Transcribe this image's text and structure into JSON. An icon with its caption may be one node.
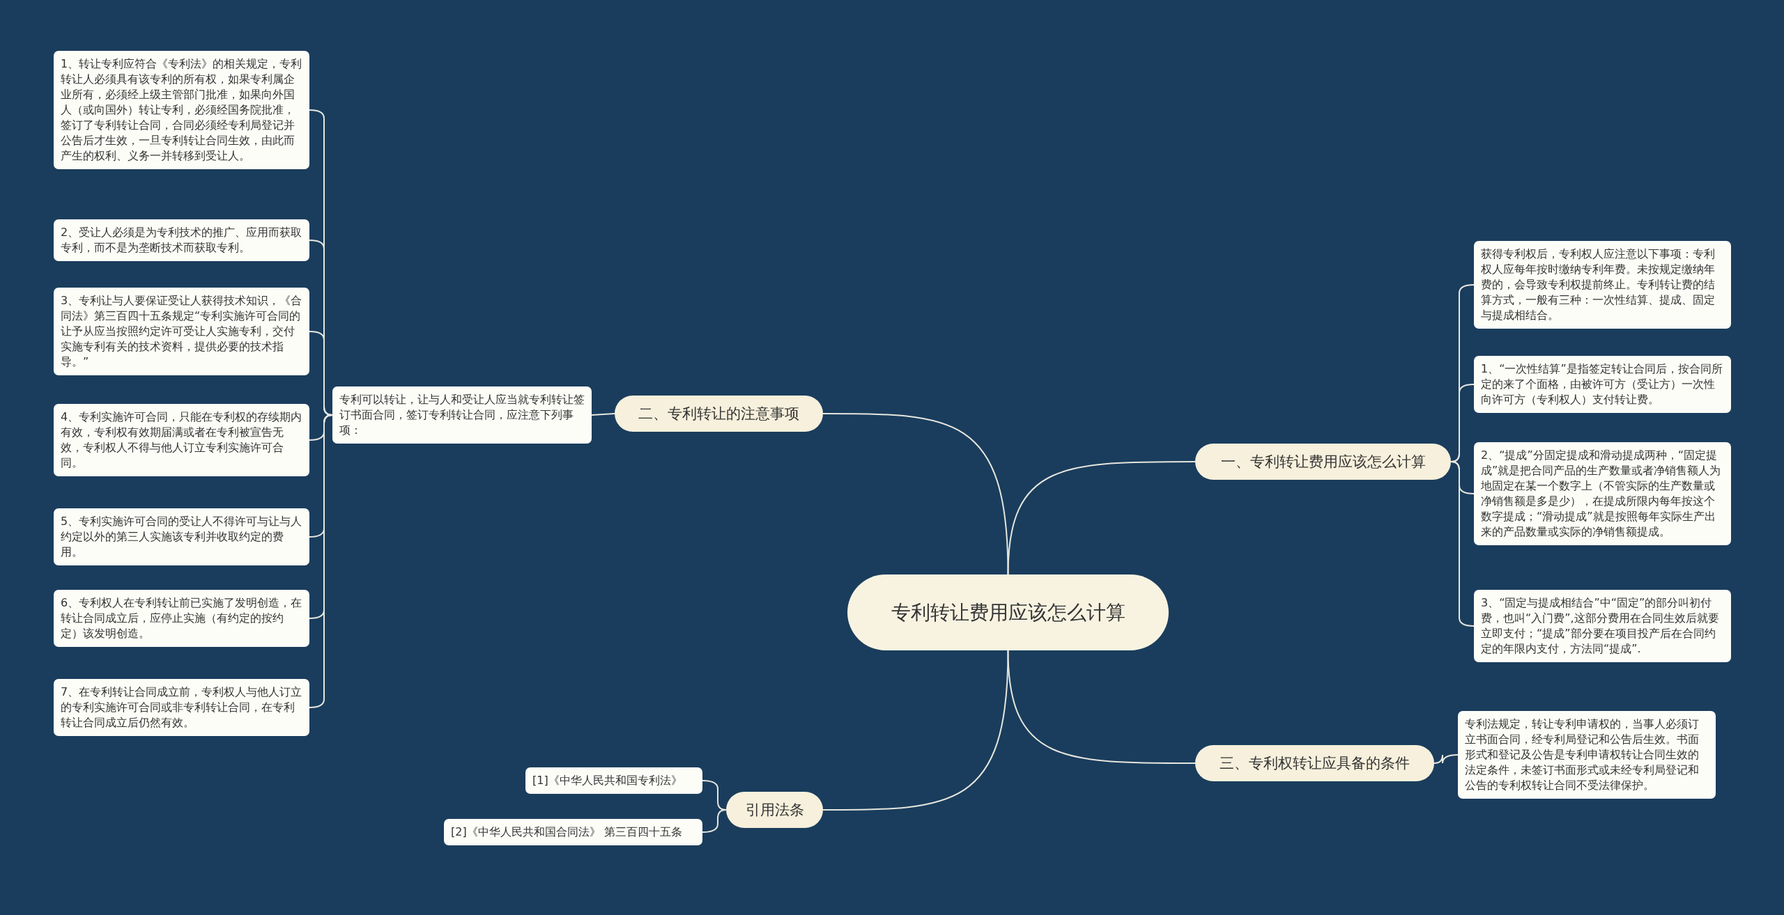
{
  "diagram": {
    "nodes": [
      {
        "text": [
          "专利转让费用应该怎么计算"
        ]
      },
      {
        "text": [
          "二、专利转让的注意事项"
        ]
      },
      {
        "text": [
          "专利可以转让，让与人和受让人应当就专利转让签订书面合同，签订专利转让合同，应注意下列事项："
        ]
      },
      {
        "text": [
          "1、转让专利应符合《专利法》的相关规定，专利转让人必须具有该专利的所有权，如果专利属企业所有，必须经上级主管部门批准，如果向外国人（或向国外）转让专利，必须经国务院批准，签订了专利转让合同，合同必须经专利局登记并公告后才生效，一旦专利转让合同生效，由此而产生的权利、义务一并转移到受让人。"
        ]
      },
      {
        "text": [
          "2、受让人必须是为专利技术的推广、应用而获取专利，而不是为垄断技术而获取专利。"
        ]
      },
      {
        "text": [
          "3、专利让与人要保证受让人获得技术知识，《合同法》第三百四十五条规定“专利实施许可合同的让予从应当按照约定许可受让人实施专利，交付实施专利有关的技术资料，提供必要的技术指导。”"
        ]
      },
      {
        "text": [
          "4、专利实施许可合同，只能在专利权的存续期内有效，专利权有效期届满或者在专利被宣告无效，专利权人不得与他人订立专利实施许可合同。"
        ]
      },
      {
        "text": [
          "5、专利实施许可合同的受让人不得许可与让与人约定以外的第三人实施该专利并收取约定的费用。"
        ]
      },
      {
        "text": [
          "6、专利权人在专利转让前已实施了发明创造，在转让合同成立后，应停止实施（有约定的按约定）该发明创造。"
        ]
      },
      {
        "text": [
          "7、在专利转让合同成立前，专利权人与他人订立的专利实施许可合同或非专利转让合同，在专利转让合同成立后仍然有效。"
        ]
      },
      {
        "text": [
          "一、专利转让费用应该怎么计算"
        ]
      },
      {
        "text": [
          "获得专利权后，专利权人应注意以下事项：专利权人应每年按时缴纳专利年费。未按规定缴纳年费的，会导致专利权提前终止。专利转让费的结算方式，一般有三种：一次性结算、提成、固定与提成相结合。"
        ]
      },
      {
        "text": [
          "1、“一次性结算”是指签定转让合同后，按合同所定的来了个面格，由被许可方（受让方）一次性向许可方（专利权人）支付转让费。"
        ]
      },
      {
        "text": [
          "2、“提成”分固定提成和滑动提成两种，“固定提成”就是把合同产品的生产数量或者净销售额人为地固定在某一个数字上（不管实际的生产数量或净销售额是多是少），在提成所限内每年按这个数字提成；“滑动提成”就是按照每年实际生产出来的产品数量或实际的净销售额提成。"
        ]
      },
      {
        "text": [
          "3、“固定与提成相结合”中“固定”的部分叫初付费，也叫“入门费”,这部分费用在合同生效后就要立即支付；“提成”部分要在项目投产后在合同约定的年限内支付，方法同“提成”."
        ]
      },
      {
        "text": [
          "三、专利权转让应具备的条件"
        ]
      },
      {
        "text": [
          "专利法规定，转让专利申请权的，当事人必须订立书面合同，经专利局登记和公告后生效。书面形式和登记及公告是专利申请权转让合同生效的法定条件，未签订书面形式或未经专利局登记和公告的专利权转让合同不受法律保护。"
        ]
      },
      {
        "text": [
          "引用法条"
        ]
      },
      {
        "text": [
          "[1]《中华人民共和国专利法》"
        ]
      },
      {
        "text": [
          "[2]《中华人民共和国合同法》 第三百四十五条"
        ]
      }
    ],
    "edges": [
      {
        "from": 0,
        "to": 1,
        "arrow": "none"
      },
      {
        "from": 1,
        "to": 2,
        "arrow": "none"
      },
      {
        "from": 2,
        "to": 3,
        "arrow": "none"
      },
      {
        "from": 2,
        "to": 4,
        "arrow": "none"
      },
      {
        "from": 2,
        "to": 5,
        "arrow": "none"
      },
      {
        "from": 2,
        "to": 6,
        "arrow": "none"
      },
      {
        "from": 2,
        "to": 7,
        "arrow": "none"
      },
      {
        "from": 2,
        "to": 8,
        "arrow": "none"
      },
      {
        "from": 2,
        "to": 9,
        "arrow": "none"
      },
      {
        "from": 0,
        "to": 10,
        "arrow": "none"
      },
      {
        "from": 10,
        "to": 11,
        "arrow": "none"
      },
      {
        "from": 10,
        "to": 12,
        "arrow": "none"
      },
      {
        "from": 10,
        "to": 13,
        "arrow": "none"
      },
      {
        "from": 10,
        "to": 14,
        "arrow": "none"
      },
      {
        "from": 0,
        "to": 15,
        "arrow": "none"
      },
      {
        "from": 15,
        "to": 16,
        "arrow": "none"
      },
      {
        "from": 0,
        "to": 17,
        "arrow": "none"
      },
      {
        "from": 17,
        "to": 18,
        "arrow": "none"
      },
      {
        "from": 17,
        "to": 19,
        "arrow": "none"
      }
    ]
  }
}
